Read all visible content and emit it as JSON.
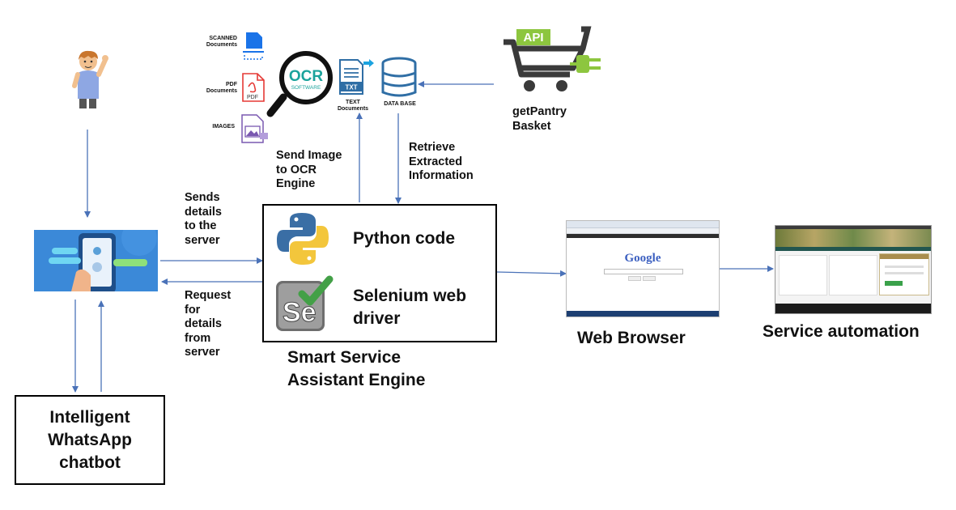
{
  "chatbot_box": {
    "title": "Intelligent\nWhatsApp\nchatbot"
  },
  "engine": {
    "python_label": "Python code",
    "selenium_label": "Selenium web\ndriver",
    "caption": "Smart Service\nAssistant Engine"
  },
  "arrows": {
    "sends_details": "Sends\ndetails\nto the\nserver",
    "request_details": "Request\nfor\ndetails\nfrom\nserver",
    "send_image": "Send  Image\nto OCR\nEngine",
    "retrieve_info": "Retrieve\nExtracted\nInformation"
  },
  "ocr_cluster": {
    "scanned_label": "SCANNED\nDocuments",
    "pdf_label": "PDF\nDocuments",
    "images_label": "IMAGES",
    "pdf_icon_text": "PDF",
    "ocr_text": "OCR",
    "ocr_sub": "SOFTWARE",
    "txt_text": "TXT",
    "text_docs_label": "TEXT\nDocuments",
    "database_label": "DATA BASE"
  },
  "api": {
    "badge": "API",
    "label": "getPantry\nBasket"
  },
  "browser": {
    "label": "Web Browser",
    "search_logo": "Google"
  },
  "service": {
    "label": "Service automation"
  },
  "colors": {
    "arrow": "#4a72b8",
    "phone_bg": "#3b89d8",
    "python_blue": "#3a6ea5",
    "python_yellow": "#f3c63c",
    "selenium_green": "#43a047",
    "ocr_teal": "#1ba39c",
    "pdf_red": "#e53935",
    "api_green": "#8dc63f",
    "db_blue": "#2f6ea5"
  }
}
